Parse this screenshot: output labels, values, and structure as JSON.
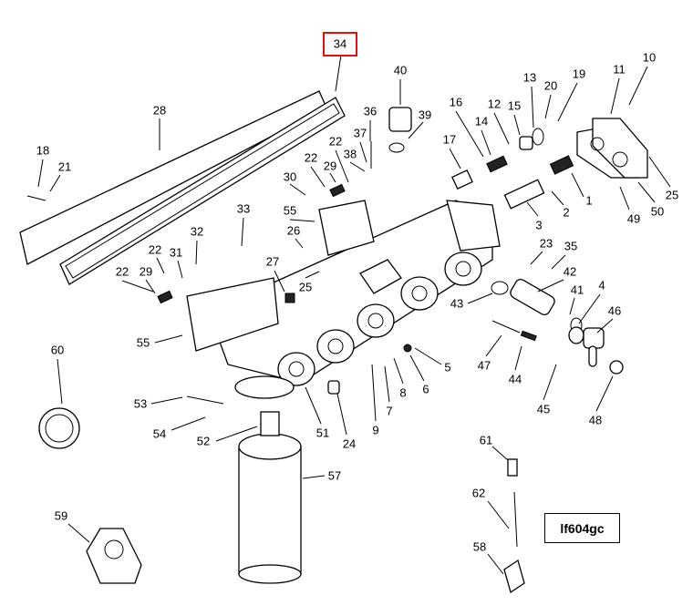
{
  "figure_id": "lf604gc",
  "highlight_color": "#e01010",
  "highlighted_callout": "34",
  "callouts": [
    {
      "id": "c34",
      "text": "34"
    },
    {
      "id": "c28",
      "text": "28"
    },
    {
      "id": "c18",
      "text": "18"
    },
    {
      "id": "c21",
      "text": "21"
    },
    {
      "id": "c22a",
      "text": "22"
    },
    {
      "id": "c37",
      "text": "37"
    },
    {
      "id": "c36",
      "text": "36"
    },
    {
      "id": "c40",
      "text": "40"
    },
    {
      "id": "c39",
      "text": "39"
    },
    {
      "id": "c38",
      "text": "38"
    },
    {
      "id": "c22b",
      "text": "22"
    },
    {
      "id": "c29a",
      "text": "29"
    },
    {
      "id": "c30",
      "text": "30"
    },
    {
      "id": "c16",
      "text": "16"
    },
    {
      "id": "c12",
      "text": "12"
    },
    {
      "id": "c14",
      "text": "14"
    },
    {
      "id": "c15",
      "text": "15"
    },
    {
      "id": "c13",
      "text": "13"
    },
    {
      "id": "c20",
      "text": "20"
    },
    {
      "id": "c19",
      "text": "19"
    },
    {
      "id": "c11",
      "text": "11"
    },
    {
      "id": "c10",
      "text": "10"
    },
    {
      "id": "c17",
      "text": "17"
    },
    {
      "id": "c1",
      "text": "1"
    },
    {
      "id": "c2",
      "text": "2"
    },
    {
      "id": "c3",
      "text": "3"
    },
    {
      "id": "c49",
      "text": "49"
    },
    {
      "id": "c50",
      "text": "50"
    },
    {
      "id": "c25a",
      "text": "25"
    },
    {
      "id": "c55a",
      "text": "55"
    },
    {
      "id": "c33",
      "text": "33"
    },
    {
      "id": "c32",
      "text": "32"
    },
    {
      "id": "c26",
      "text": "26"
    },
    {
      "id": "c22c",
      "text": "22"
    },
    {
      "id": "c31",
      "text": "31"
    },
    {
      "id": "c22d",
      "text": "22"
    },
    {
      "id": "c29b",
      "text": "29"
    },
    {
      "id": "c27",
      "text": "27"
    },
    {
      "id": "c25b",
      "text": "25"
    },
    {
      "id": "c23",
      "text": "23"
    },
    {
      "id": "c35",
      "text": "35"
    },
    {
      "id": "c42",
      "text": "42"
    },
    {
      "id": "c41",
      "text": "41"
    },
    {
      "id": "c4",
      "text": "4"
    },
    {
      "id": "c46",
      "text": "46"
    },
    {
      "id": "c43",
      "text": "43"
    },
    {
      "id": "c47",
      "text": "47"
    },
    {
      "id": "c44",
      "text": "44"
    },
    {
      "id": "c45",
      "text": "45"
    },
    {
      "id": "c48",
      "text": "48"
    },
    {
      "id": "c5",
      "text": "5"
    },
    {
      "id": "c6",
      "text": "6"
    },
    {
      "id": "c8",
      "text": "8"
    },
    {
      "id": "c7",
      "text": "7"
    },
    {
      "id": "c9",
      "text": "9"
    },
    {
      "id": "c51",
      "text": "51"
    },
    {
      "id": "c24",
      "text": "24"
    },
    {
      "id": "c55b",
      "text": "55"
    },
    {
      "id": "c60",
      "text": "60"
    },
    {
      "id": "c53",
      "text": "53"
    },
    {
      "id": "c54",
      "text": "54"
    },
    {
      "id": "c52",
      "text": "52"
    },
    {
      "id": "c57",
      "text": "57"
    },
    {
      "id": "c59",
      "text": "59"
    },
    {
      "id": "c61",
      "text": "61"
    },
    {
      "id": "c62",
      "text": "62"
    },
    {
      "id": "c58",
      "text": "58"
    }
  ]
}
